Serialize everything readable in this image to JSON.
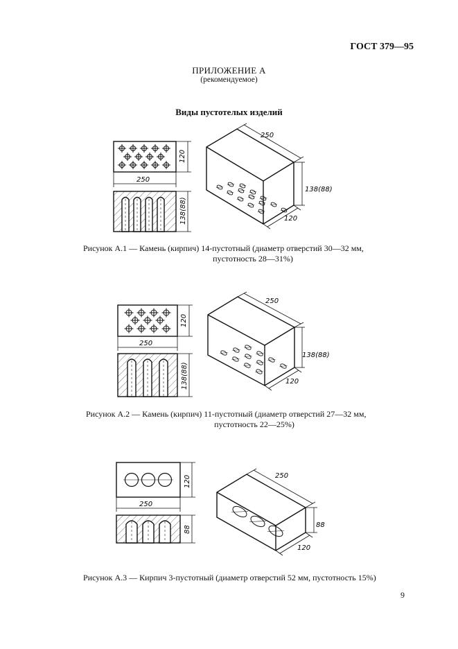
{
  "header": {
    "standard": "ГОСТ 379—95"
  },
  "appendix": {
    "title": "ПРИЛОЖЕНИЕ А",
    "subtitle": "(рекомендуемое)"
  },
  "section_title": "Виды пустотелых изделий",
  "figures": [
    {
      "caption_line1": "Рисунок А.1 — Камень (кирпич)  14-пустотный (диаметр отверстий 30—32 мм,",
      "caption_line2": "пустотность 28—31%)",
      "dim_length": "250",
      "dim_width": "120",
      "dim_height": "138(88)"
    },
    {
      "caption_line1": "Рисунок А.2 — Камень (кирпич)  11-пустотный (диаметр отверстий 27—32 мм,",
      "caption_line2": "пустотность 22—25%)",
      "dim_length": "250",
      "dim_width": "120",
      "dim_height": "138(88)"
    },
    {
      "caption_line1": "Рисунок А.3 — Кирпич 3-пустотный (диаметр отверстий 52 мм, пустотность 15%)",
      "caption_line2": "",
      "dim_length": "250",
      "dim_width": "120",
      "dim_height": "88"
    }
  ],
  "page_number": "9"
}
